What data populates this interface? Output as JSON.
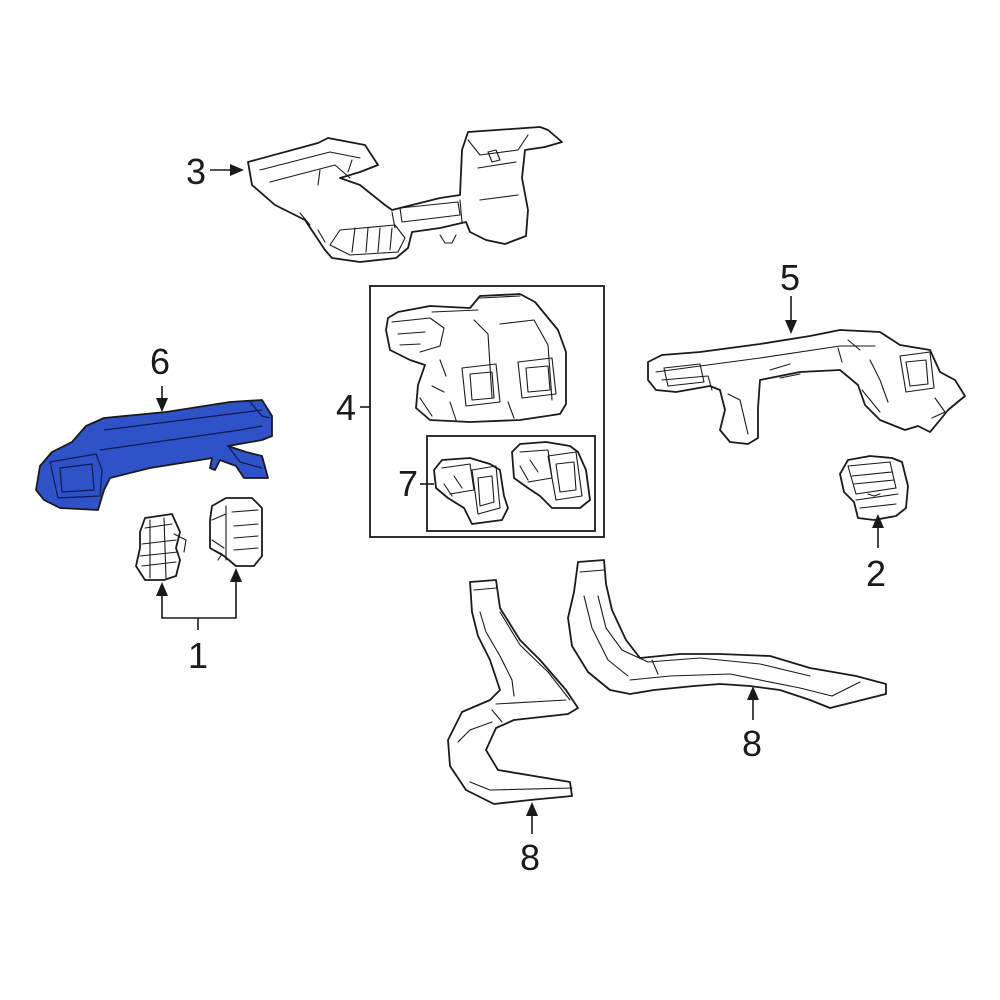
{
  "callouts": {
    "c1": "1",
    "c2": "2",
    "c3": "3",
    "c4": "4",
    "c5": "5",
    "c6": "6",
    "c7": "7",
    "c8a": "8",
    "c8b": "8"
  },
  "highlighted_part": "6",
  "colors": {
    "highlight": "#2f52c9",
    "line": "#1a1a1a",
    "background": "#ffffff"
  }
}
